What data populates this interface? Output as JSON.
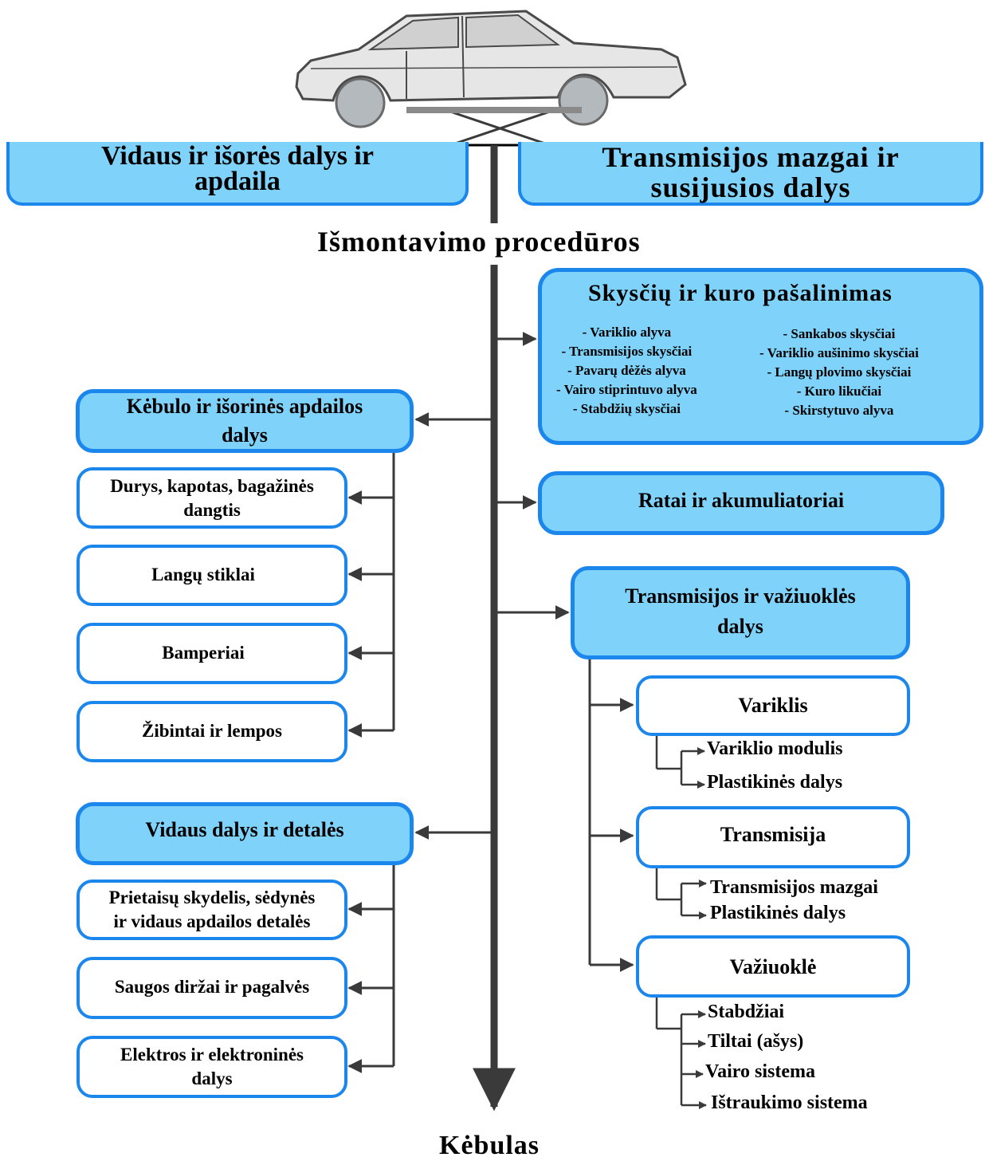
{
  "top": {
    "left_box": [
      "Vidaus ir išorės dalys ir",
      "apdaila"
    ],
    "right_box": [
      "Transmisijos mazgai ir",
      "susijusios dalys"
    ]
  },
  "title": "Išmontavimo procedūros",
  "bottom_label": "Kėbulas",
  "fluids": {
    "title": "Skysčių ir kuro pašalinimas",
    "col1": [
      "- Variklio alyva",
      "- Transmisijos skysčiai",
      "- Pavarų dėžės alyva",
      "- Vairo stiprintuvo alyva",
      "- Stabdžių skysčiai"
    ],
    "col2": [
      "- Sankabos skysčiai",
      "- Variklio aušinimo skysčiai",
      "- Langų plovimo skysčiai",
      "- Kuro likučiai",
      "- Skirstytuvo alyva"
    ]
  },
  "wheels": "Ratai ir akumuliatoriai",
  "drivetrain": {
    "title": [
      "Transmisijos ir važiuoklės",
      "dalys"
    ],
    "engine": {
      "label": "Variklis",
      "items": [
        "Variklio modulis",
        "Plastikinės dalys"
      ]
    },
    "transmission": {
      "label": "Transmisija",
      "items": [
        "Transmisijos mazgai",
        "Plastikinės dalys"
      ]
    },
    "chassis": {
      "label": "Važiuoklė",
      "items": [
        "Stabdžiai",
        "Tiltai (ašys)",
        "Vairo sistema",
        "Ištraukimo sistema"
      ]
    }
  },
  "body_exterior": {
    "title": [
      "Kėbulo ir išorinės apdailos",
      "dalys"
    ],
    "items": [
      [
        "Durys, kapotas, bagažinės",
        "dangtis"
      ],
      [
        "Langų stiklai"
      ],
      [
        "Bamperiai"
      ],
      [
        "Žibintai ir lempos"
      ]
    ]
  },
  "interior": {
    "title": "Vidaus dalys ir detalės",
    "items": [
      [
        "Prietaisų skydelis, sėdynės",
        "ir vidaus apdailos detalės"
      ],
      [
        "Saugos diržai ir pagalvės"
      ],
      [
        "Elektros ir elektroninės",
        "dalys"
      ]
    ]
  },
  "colors": {
    "box_fill": "#7fd2fa",
    "box_border": "#1b86ec",
    "line": "#3a3a3a"
  }
}
